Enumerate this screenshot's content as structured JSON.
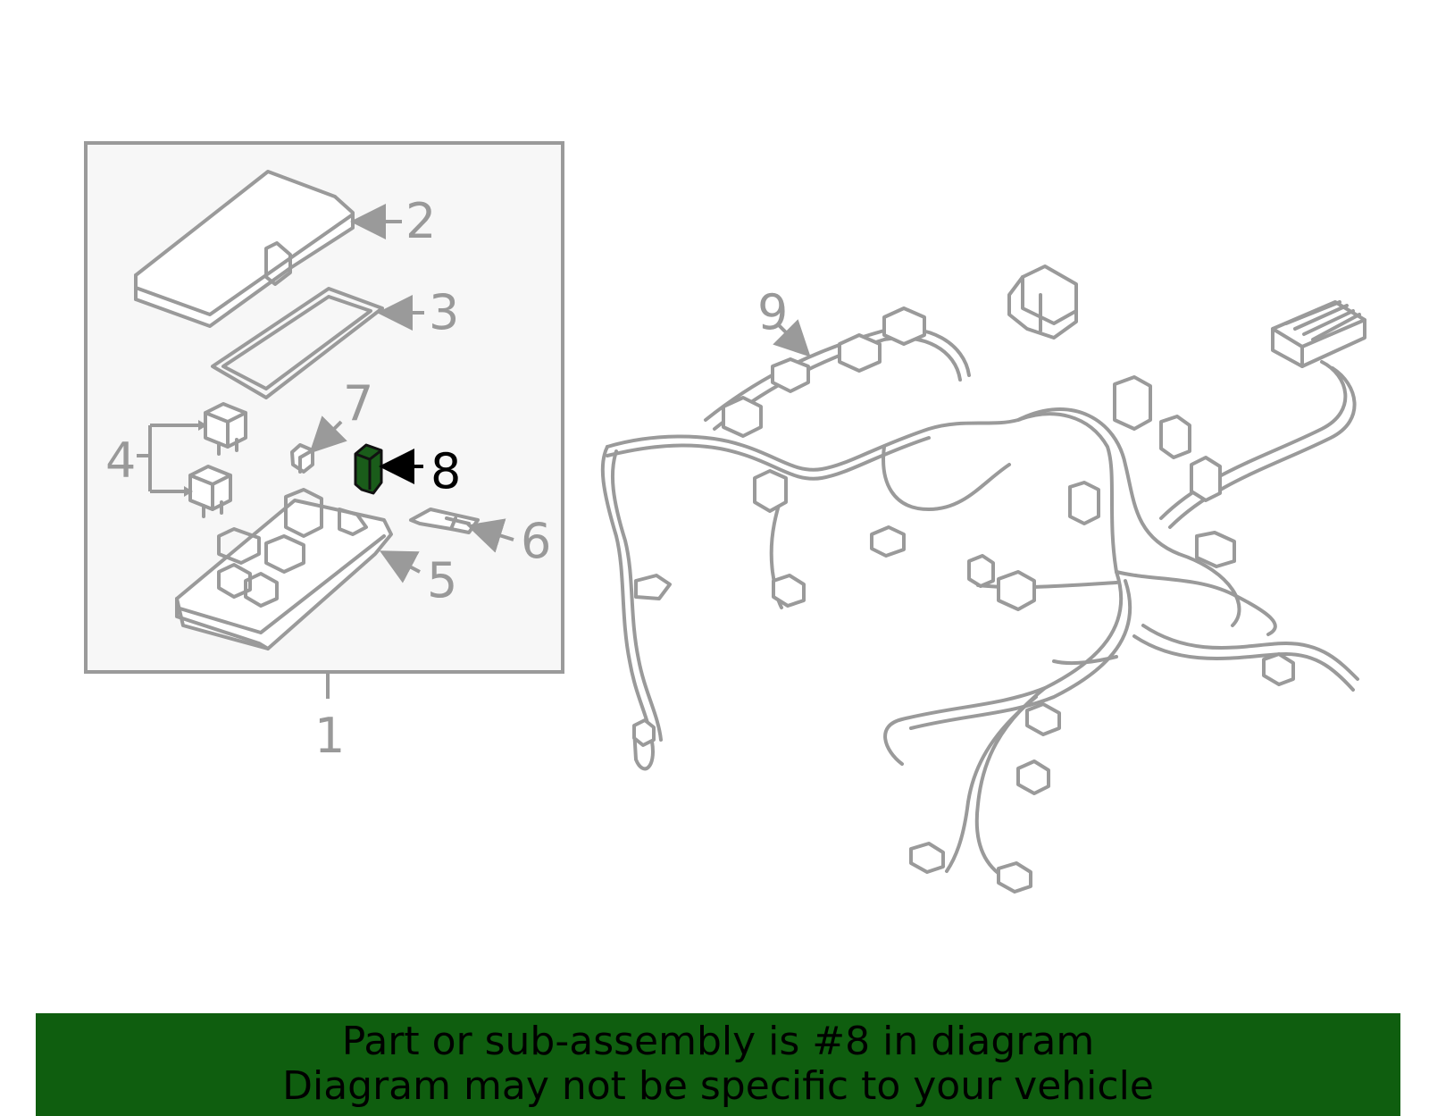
{
  "diagram": {
    "callouts": [
      {
        "id": "1",
        "label": "1",
        "highlighted": false
      },
      {
        "id": "2",
        "label": "2",
        "highlighted": false
      },
      {
        "id": "3",
        "label": "3",
        "highlighted": false
      },
      {
        "id": "4",
        "label": "4",
        "highlighted": false
      },
      {
        "id": "5",
        "label": "5",
        "highlighted": false
      },
      {
        "id": "6",
        "label": "6",
        "highlighted": false
      },
      {
        "id": "7",
        "label": "7",
        "highlighted": false
      },
      {
        "id": "8",
        "label": "8",
        "highlighted": true
      },
      {
        "id": "9",
        "label": "9",
        "highlighted": false
      }
    ],
    "colors": {
      "line": "#9a9a9a",
      "box_fill": "#f7f7f7",
      "highlight_part": "#1a5c1a",
      "banner": "#0f5e0f"
    }
  },
  "banner": {
    "line1": "Part or sub-assembly is #8 in diagram",
    "line2": "Diagram may not be specific to your vehicle"
  }
}
